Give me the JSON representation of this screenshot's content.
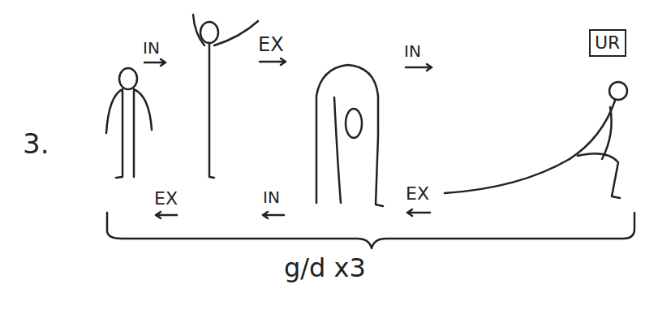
{
  "diagram": {
    "nodes": [
      {
        "text": [
          "UR"
        ]
      }
    ],
    "labels": [
      "3.",
      "IN",
      "EX",
      "IN",
      "EX",
      "IN",
      "EX",
      "g/d x3"
    ]
  }
}
